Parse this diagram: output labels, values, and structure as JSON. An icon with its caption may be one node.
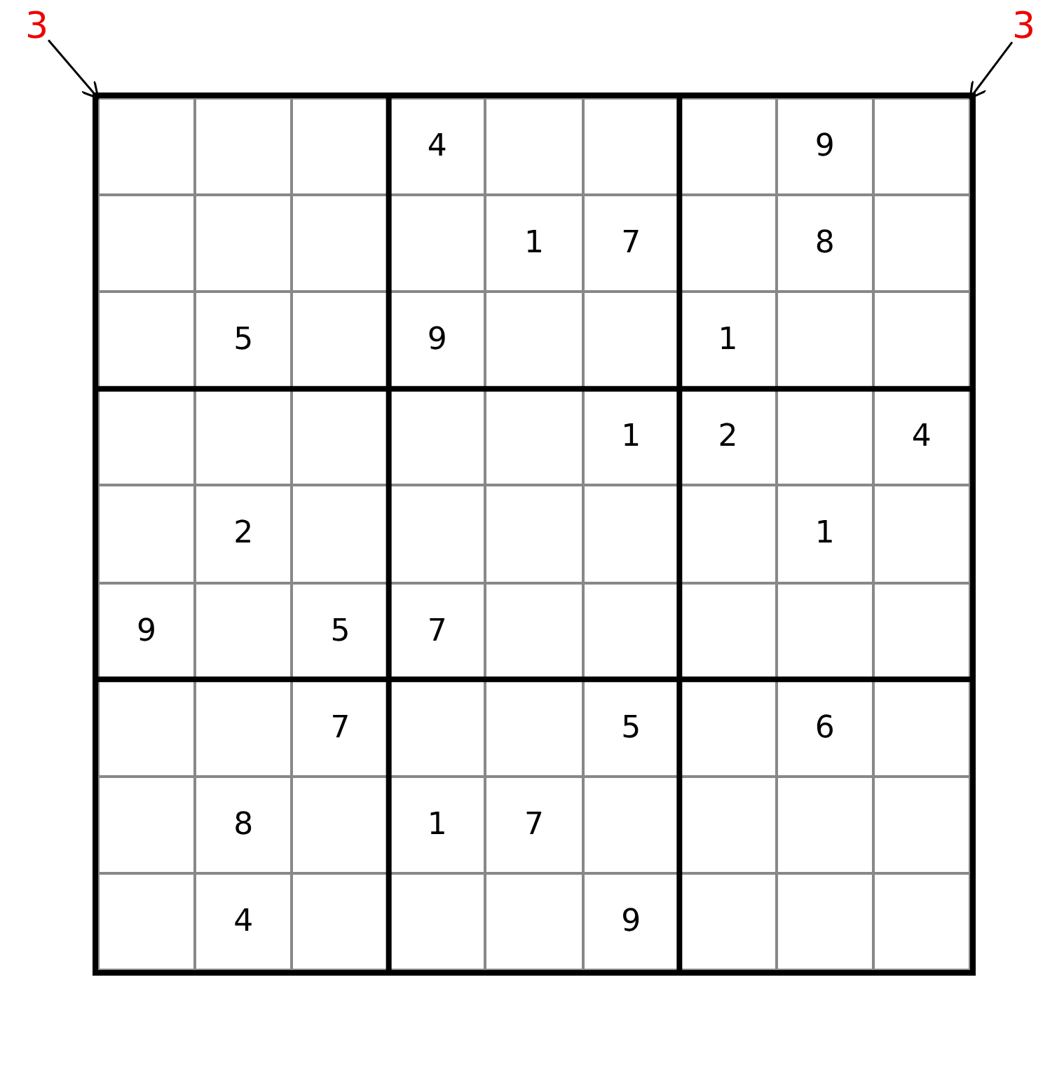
{
  "diagram": {
    "nodes": [
      {
        "text": [
          "3"
        ]
      },
      {
        "text": [
          "3"
        ]
      },
      {
        "text": [],
        "shape": "box"
      },
      {
        "text": [],
        "shape": "box",
        "in": 2
      },
      {
        "text": [],
        "shape": "box",
        "in": 2
      },
      {
        "text": [],
        "shape": "box",
        "in": 2
      },
      {
        "text": [
          "4"
        ],
        "in": 2
      },
      {
        "text": [],
        "shape": "box",
        "in": 2
      },
      {
        "text": [],
        "shape": "box",
        "in": 2
      },
      {
        "text": [],
        "shape": "box",
        "in": 2
      },
      {
        "text": [
          "9"
        ],
        "in": 2
      },
      {
        "text": [],
        "shape": "box",
        "in": 2
      },
      {
        "text": [],
        "shape": "box",
        "in": 2
      },
      {
        "text": [],
        "shape": "box",
        "in": 2
      },
      {
        "text": [],
        "shape": "box",
        "in": 2
      },
      {
        "text": [],
        "shape": "box",
        "in": 2
      },
      {
        "text": [
          "1"
        ],
        "in": 2
      },
      {
        "text": [
          "7"
        ],
        "in": 2
      },
      {
        "text": [],
        "shape": "box",
        "in": 2
      },
      {
        "text": [
          "8"
        ],
        "in": 2
      },
      {
        "text": [],
        "shape": "box",
        "in": 2
      },
      {
        "text": [],
        "shape": "box",
        "in": 2
      },
      {
        "text": [
          "5"
        ],
        "in": 2
      },
      {
        "text": [],
        "shape": "box",
        "in": 2
      },
      {
        "text": [
          "9"
        ],
        "in": 2
      },
      {
        "text": [],
        "shape": "box",
        "in": 2
      },
      {
        "text": [],
        "shape": "box",
        "in": 2
      },
      {
        "text": [
          "1"
        ],
        "in": 2
      },
      {
        "text": [],
        "shape": "box",
        "in": 2
      },
      {
        "text": [],
        "shape": "box",
        "in": 2
      },
      {
        "text": [],
        "shape": "box",
        "in": 2
      },
      {
        "text": [],
        "shape": "box",
        "in": 2
      },
      {
        "text": [],
        "shape": "box",
        "in": 2
      },
      {
        "text": [],
        "shape": "box",
        "in": 2
      },
      {
        "text": [],
        "shape": "box",
        "in": 2
      },
      {
        "text": [
          "1"
        ],
        "in": 2
      },
      {
        "text": [
          "2"
        ],
        "in": 2
      },
      {
        "text": [],
        "shape": "box",
        "in": 2
      },
      {
        "text": [
          "4"
        ],
        "in": 2
      },
      {
        "text": [],
        "shape": "box",
        "in": 2
      },
      {
        "text": [
          "2"
        ],
        "in": 2
      },
      {
        "text": [],
        "shape": "box",
        "in": 2
      },
      {
        "text": [],
        "shape": "box",
        "in": 2
      },
      {
        "text": [],
        "shape": "box",
        "in": 2
      },
      {
        "text": [],
        "shape": "box",
        "in": 2
      },
      {
        "text": [],
        "shape": "box",
        "in": 2
      },
      {
        "text": [
          "1"
        ],
        "in": 2
      },
      {
        "text": [],
        "shape": "box",
        "in": 2
      },
      {
        "text": [
          "9"
        ],
        "in": 2
      },
      {
        "text": [],
        "shape": "box",
        "in": 2
      },
      {
        "text": [
          "5"
        ],
        "in": 2
      },
      {
        "text": [
          "7"
        ],
        "in": 2
      },
      {
        "text": [],
        "shape": "box",
        "in": 2
      },
      {
        "text": [],
        "shape": "box",
        "in": 2
      },
      {
        "text": [],
        "shape": "box",
        "in": 2
      },
      {
        "text": [],
        "shape": "box",
        "in": 2
      },
      {
        "text": [],
        "shape": "box",
        "in": 2
      },
      {
        "text": [],
        "shape": "box",
        "in": 2
      },
      {
        "text": [],
        "shape": "box",
        "in": 2
      },
      {
        "text": [
          "7"
        ],
        "in": 2
      },
      {
        "text": [],
        "shape": "box",
        "in": 2
      },
      {
        "text": [],
        "shape": "box",
        "in": 2
      },
      {
        "text": [
          "5"
        ],
        "in": 2
      },
      {
        "text": [],
        "shape": "box",
        "in": 2
      },
      {
        "text": [
          "6"
        ],
        "in": 2
      },
      {
        "text": [],
        "shape": "box",
        "in": 2
      },
      {
        "text": [],
        "shape": "box",
        "in": 2
      },
      {
        "text": [
          "8"
        ],
        "in": 2
      },
      {
        "text": [],
        "shape": "box",
        "in": 2
      },
      {
        "text": [
          "1"
        ],
        "in": 2
      },
      {
        "text": [
          "7"
        ],
        "in": 2
      },
      {
        "text": [],
        "shape": "box",
        "in": 2
      },
      {
        "text": [],
        "shape": "box",
        "in": 2
      },
      {
        "text": [],
        "shape": "box",
        "in": 2
      },
      {
        "text": [],
        "shape": "box",
        "in": 2
      },
      {
        "text": [],
        "shape": "box",
        "in": 2
      },
      {
        "text": [
          "4"
        ],
        "in": 2
      },
      {
        "text": [],
        "shape": "box",
        "in": 2
      },
      {
        "text": [],
        "shape": "box",
        "in": 2
      },
      {
        "text": [],
        "shape": "box",
        "in": 2
      },
      {
        "text": [
          "9"
        ],
        "in": 2
      },
      {
        "text": [],
        "shape": "box",
        "in": 2
      },
      {
        "text": [],
        "shape": "box",
        "in": 2
      },
      {
        "text": [],
        "shape": "box",
        "in": 2
      }
    ],
    "edges": [
      {
        "from": 0,
        "to": 3,
        "arrow": "to"
      },
      {
        "from": 1,
        "to": 11,
        "arrow": "to"
      }
    ]
  }
}
